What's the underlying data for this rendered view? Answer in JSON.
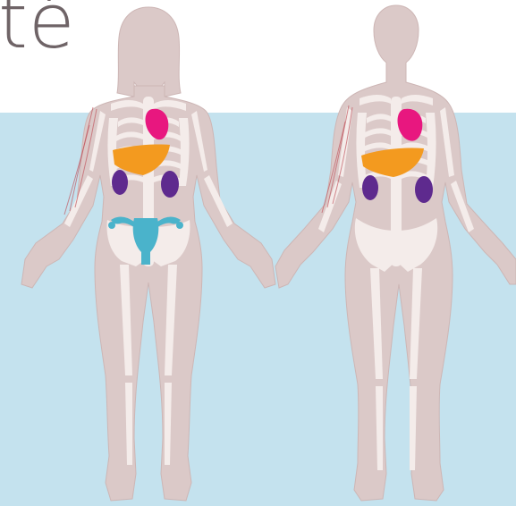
{
  "heading": {
    "text": "té"
  },
  "colors": {
    "band": "#c4e2ee",
    "skin": "#dbc9c8",
    "skin_edge": "#cdb6b5",
    "bone": "#f4ecea",
    "heart": "#e8177f",
    "liver": "#f39a1f",
    "kidney": "#5e2a8e",
    "uterus": "#4ab3cb",
    "nerve": "#c25a62"
  },
  "figures": [
    {
      "id": "female",
      "organs": [
        "heart",
        "liver",
        "kidneys",
        "uterus"
      ]
    },
    {
      "id": "male",
      "organs": [
        "heart",
        "liver",
        "kidneys"
      ]
    }
  ]
}
